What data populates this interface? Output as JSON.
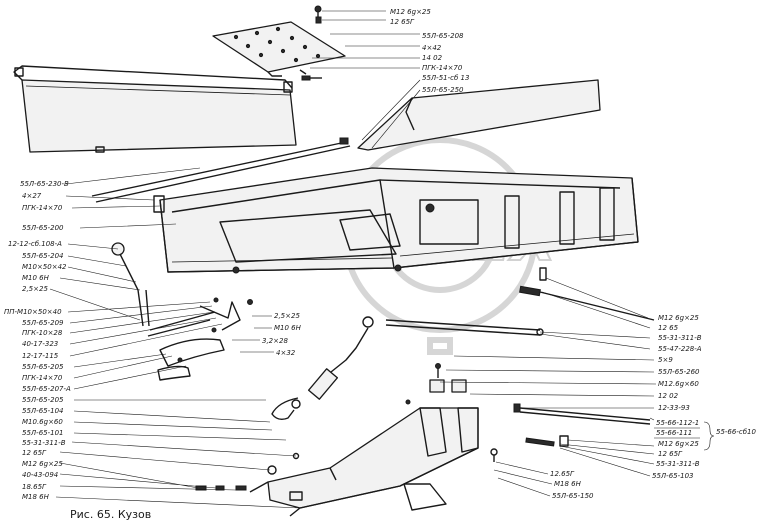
{
  "caption": "Рис. 65. Кузов",
  "watermark": "OPEX",
  "labels_top_right": [
    "М12 6g×25",
    "12 65Г",
    "55Л-65-208",
    "4×42",
    "14 02",
    "ПГК-14×70",
    "55Л-51-сб 13",
    "55Л-65-250"
  ],
  "labels_left": [
    "55Л-65-230-В",
    "4×27",
    "ПГК-14×70",
    "55Л-65-200",
    "12-12-сб.108-А",
    "55Л-65-204",
    "М10×50×42",
    "М10 6Н",
    "2,5×25",
    "ПП-М10×50×40",
    "55Л-65-209",
    "ПГК-10×28",
    "40-17-323",
    "12-17-115",
    "55Л-65-205",
    "ПГК-14×70",
    "55Л-65-207-А",
    "55Л-65-205",
    "55Л-65-104",
    "М10.6g×60",
    "55Л-65-101",
    "55-31-311-В",
    "12 65Г",
    "М12 6g×25",
    "40-43-094",
    "18.65Г",
    "М18 6Н"
  ],
  "labels_center": [
    "2,5×25",
    "М10 6Н",
    "3,2×28",
    "4×32"
  ],
  "labels_right": [
    "М12 6g×25",
    "12 65",
    "55-31-311-В",
    "55-47-228-А",
    "5×9",
    "55Л-65-260",
    "М12.6g×60",
    "12 02",
    "12-33-93",
    "55-66-112-1",
    "55-66-111",
    "М12 6g×25",
    "12 65Г",
    "55-31-311-В",
    "55Л-65-103"
  ],
  "label_group_bracket": "55-66-сб10",
  "labels_bottom": [
    "12.65Г",
    "М18 6Н",
    "55Л-65-150"
  ]
}
